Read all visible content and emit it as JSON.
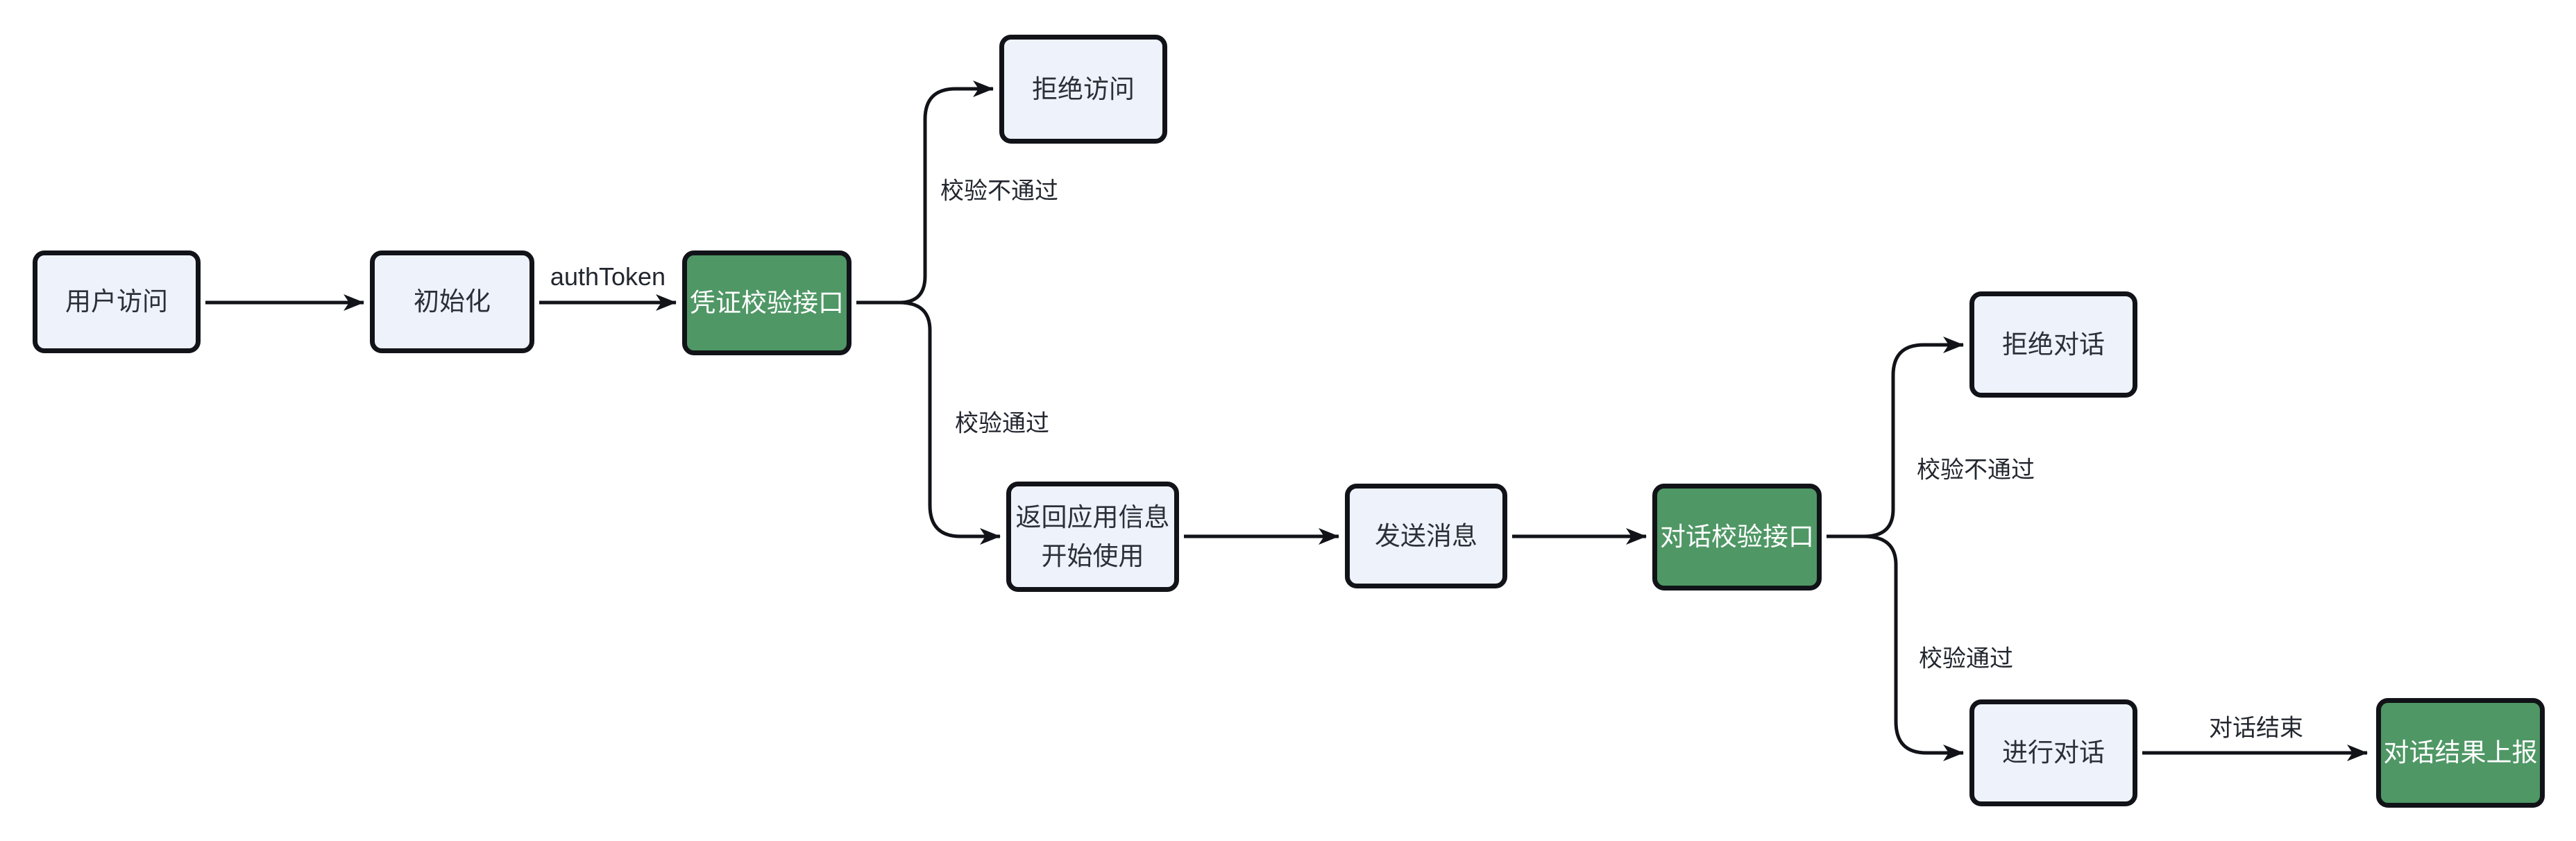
{
  "diagram": {
    "type": "flowchart",
    "direction": "left-to-right",
    "colors": {
      "node_fill": "#EEF2FB",
      "node_border": "#111318",
      "green_fill": "#4F9765",
      "node_text": "#2B3038",
      "green_text": "#FFFFFF",
      "edge_color": "#111318",
      "label_text": "#22262E",
      "canvas_bg": "#FFFFFF"
    },
    "nodes": {
      "user_visit": {
        "label": "用户访问",
        "style": "default"
      },
      "init": {
        "label": "初始化",
        "style": "default"
      },
      "credential_check": {
        "label": "凭证校验接口",
        "style": "green"
      },
      "deny_access": {
        "label": "拒绝访问",
        "style": "default"
      },
      "return_app_info": {
        "line1": "返回应用信息",
        "line2": "开始使用",
        "style": "default"
      },
      "send_message": {
        "label": "发送消息",
        "style": "default"
      },
      "dialog_check": {
        "label": "对话校验接口",
        "style": "green"
      },
      "deny_dialog": {
        "label": "拒绝对话",
        "style": "default"
      },
      "do_dialog": {
        "label": "进行对话",
        "style": "default"
      },
      "report_result": {
        "label": "对话结果上报",
        "style": "green"
      }
    },
    "edge_labels": {
      "auth_token": "authToken",
      "cred_fail": "校验不通过",
      "cred_pass": "校验通过",
      "dialog_fail": "校验不通过",
      "dialog_pass": "校验通过",
      "dialog_end": "对话结束"
    },
    "edges": [
      {
        "from": "user_visit",
        "to": "init",
        "label": ""
      },
      {
        "from": "init",
        "to": "credential_check",
        "label": "authToken"
      },
      {
        "from": "credential_check",
        "to": "deny_access",
        "label": "校验不通过"
      },
      {
        "from": "credential_check",
        "to": "return_app_info",
        "label": "校验通过"
      },
      {
        "from": "return_app_info",
        "to": "send_message",
        "label": ""
      },
      {
        "from": "send_message",
        "to": "dialog_check",
        "label": ""
      },
      {
        "from": "dialog_check",
        "to": "deny_dialog",
        "label": "校验不通过"
      },
      {
        "from": "dialog_check",
        "to": "do_dialog",
        "label": "校验通过"
      },
      {
        "from": "do_dialog",
        "to": "report_result",
        "label": "对话结束"
      }
    ]
  }
}
